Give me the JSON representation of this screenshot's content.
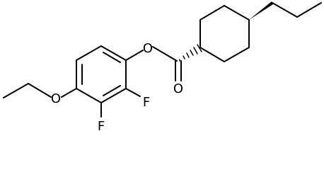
{
  "molecule": {
    "atom_labels": {
      "ester_oxygen": "O",
      "carbonyl_oxygen": "O",
      "ether_oxygen": "O",
      "fluorine_top": "F",
      "fluorine_bottom": "F"
    },
    "stereo_bonds": [
      "wedge",
      "hashed-wedge"
    ]
  },
  "colors": {
    "bond": "#000000",
    "text": "#000000",
    "background": "#ffffff"
  }
}
